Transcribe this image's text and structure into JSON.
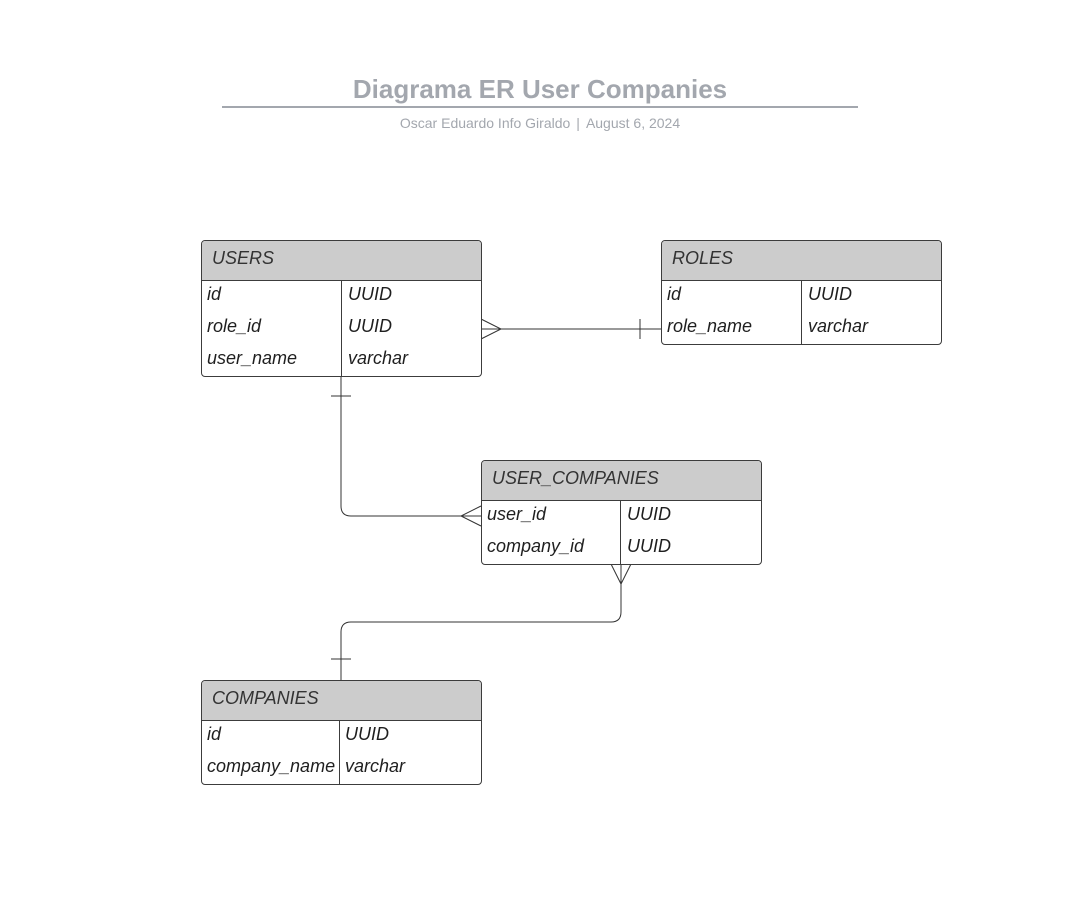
{
  "header": {
    "title": "Diagrama ER User Companies",
    "author": "Oscar Eduardo Info Giraldo",
    "separator": "|",
    "date": "August 6, 2024"
  },
  "entities": {
    "users": {
      "name": "USERS",
      "rows": [
        {
          "field": "id",
          "type": "UUID"
        },
        {
          "field": "role_id",
          "type": "UUID"
        },
        {
          "field": "user_name",
          "type": "varchar"
        }
      ]
    },
    "roles": {
      "name": "ROLES",
      "rows": [
        {
          "field": "id",
          "type": "UUID"
        },
        {
          "field": "role_name",
          "type": "varchar"
        }
      ]
    },
    "user_companies": {
      "name": "USER_COMPANIES",
      "rows": [
        {
          "field": "user_id",
          "type": "UUID"
        },
        {
          "field": "company_id",
          "type": "UUID"
        }
      ]
    },
    "companies": {
      "name": "COMPANIES",
      "rows": [
        {
          "field": "id",
          "type": "UUID"
        },
        {
          "field": "company_name",
          "type": "varchar"
        }
      ]
    }
  },
  "relationships": [
    {
      "from": "users",
      "from_end": "many",
      "to": "roles",
      "to_end": "one"
    },
    {
      "from": "users",
      "from_end": "one",
      "to": "user_companies",
      "to_end": "many"
    },
    {
      "from": "user_companies",
      "from_end": "many",
      "to": "companies",
      "to_end": "one"
    }
  ]
}
